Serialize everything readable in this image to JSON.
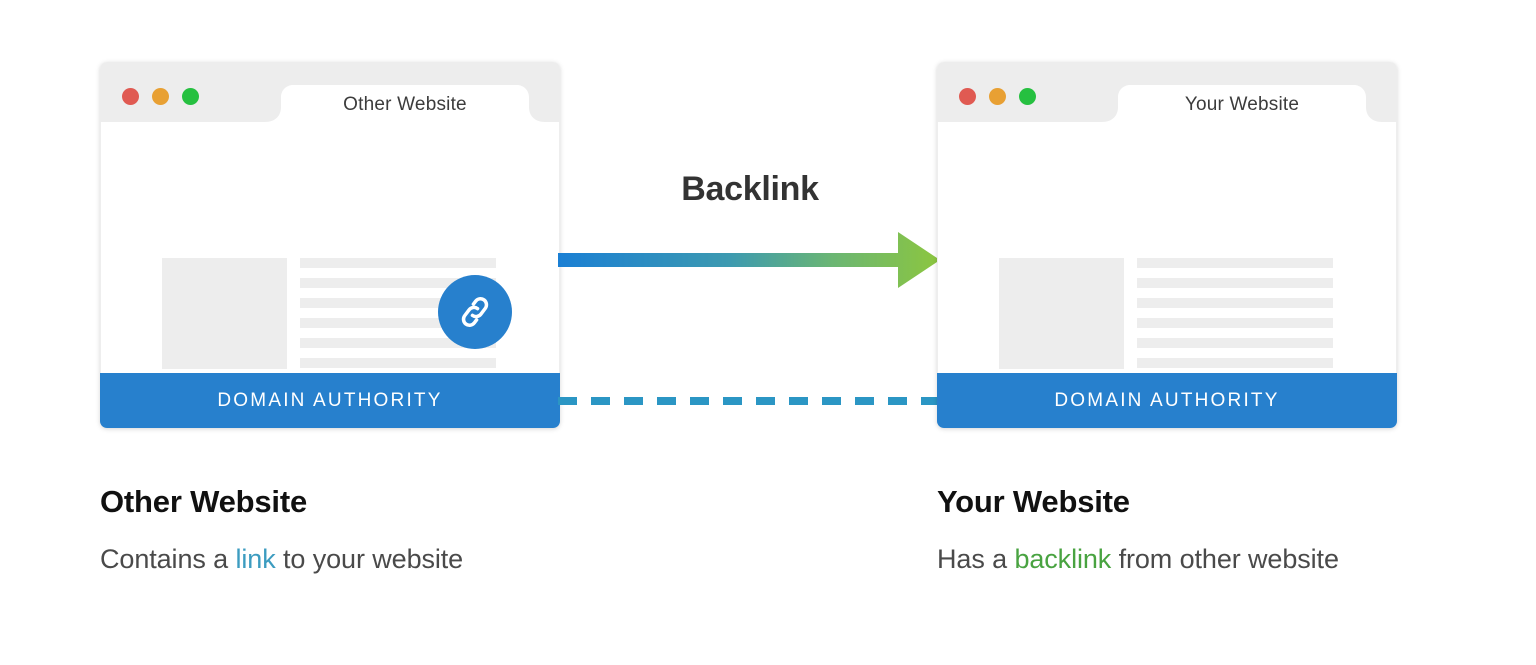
{
  "diagram": {
    "title": "Backlink",
    "connector_label": "Backlink"
  },
  "colors": {
    "brand_blue": "#2780cd",
    "arrow_start": "#1a7fd4",
    "arrow_end": "#8cc63f",
    "dashed": "#2b96c4",
    "traffic_red": "#e05a52",
    "traffic_orange": "#e8a033",
    "traffic_green": "#26c040",
    "placeholder_gray": "#ededed",
    "chrome_gray": "#ededed",
    "link_text": "#3c9cc0",
    "backlink_text": "#49a341"
  },
  "cards": [
    {
      "id": "other-website",
      "tab_label": "Other Website",
      "traffic_lights": [
        "red",
        "orange",
        "green"
      ],
      "content_lines": 6,
      "has_link_badge": true,
      "link_badge_icon": "link-icon",
      "footer_label": "DOMAIN AUTHORITY"
    },
    {
      "id": "your-website",
      "tab_label": "Your Website",
      "traffic_lights": [
        "red",
        "orange",
        "green"
      ],
      "content_lines": 6,
      "has_link_badge": false,
      "link_badge_icon": null,
      "footer_label": "DOMAIN AUTHORITY"
    }
  ],
  "captions": [
    {
      "heading": "Other Website",
      "text_before": "Contains a ",
      "highlight": "link",
      "text_after": " to your website"
    },
    {
      "heading": "Your Website",
      "text_before": "Has a ",
      "highlight": "backlink",
      "text_after": " from other website"
    }
  ]
}
